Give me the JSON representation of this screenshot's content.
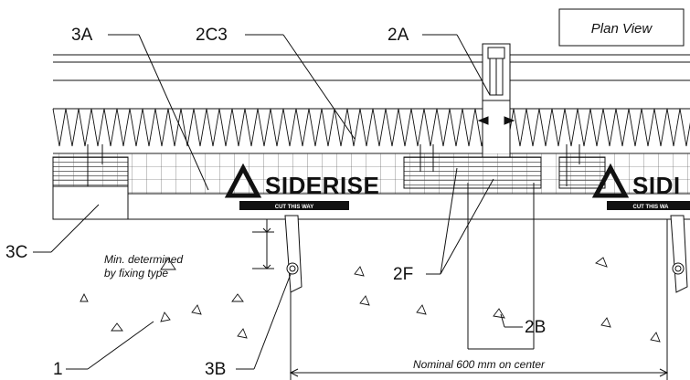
{
  "view_title": "Plan View",
  "callouts": {
    "c3A": "3A",
    "c2C3": "2C3",
    "c2A": "2A",
    "c3C": "3C",
    "c2F": "2F",
    "c2B": "2B",
    "c1": "1",
    "c3B": "3B"
  },
  "notes": {
    "min_line1": "Min. determined",
    "min_line2": "by fixing type",
    "spacing": "Nominal 600 mm on center"
  },
  "brand": {
    "name_full": "SIDERISE",
    "name_partial": "SIDI",
    "cut_text": "CUT THIS WAY",
    "cut_text_partial": "CUT THIS WA"
  },
  "colors": {
    "line": "#111111",
    "background": "#ffffff"
  }
}
